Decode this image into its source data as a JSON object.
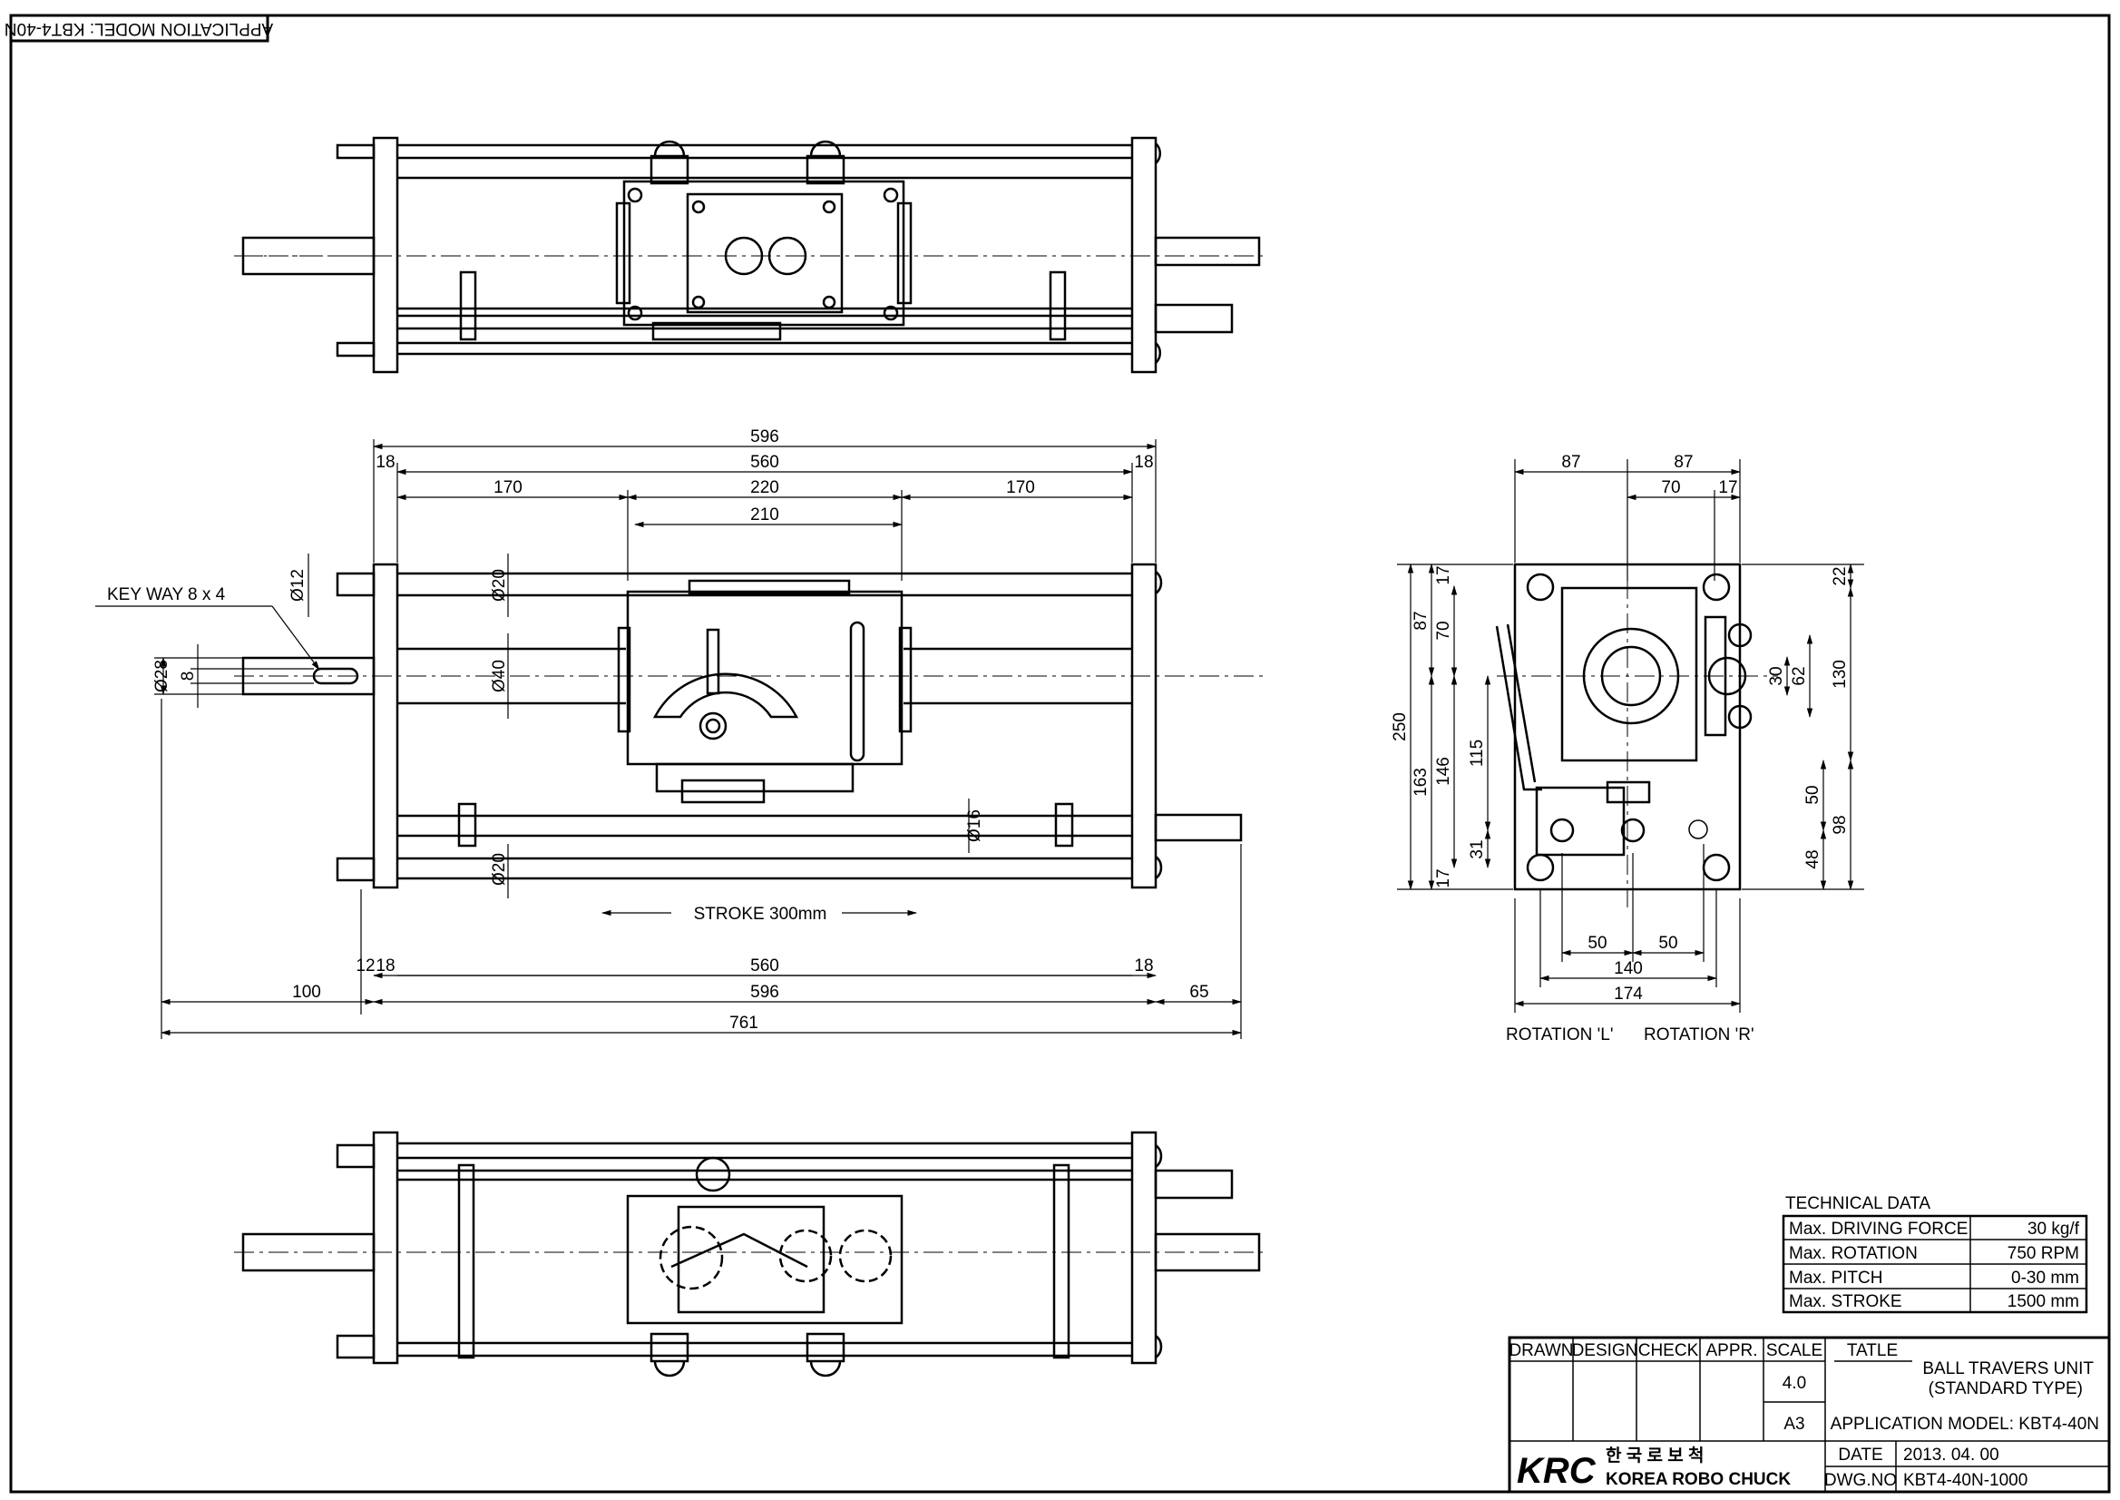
{
  "stamp": "APPLICATION MODEL: KBT4-40N",
  "front": {
    "overall_top": "596",
    "inner_top": "560",
    "left_end": "18",
    "right_end": "18",
    "seg_left": "170",
    "seg_mid": "220",
    "seg_right": "170",
    "carriage": "210",
    "shaft_dia": "Ø12",
    "rod_dia_top": "Ø20",
    "center_dia": "Ø40",
    "guide_dia": "Ø16",
    "rod_dia_bottom": "Ø20",
    "keyway": "KEY WAY 8 x 4",
    "input_dia": "Ø28",
    "key_width": "8",
    "stroke": "STROKE 300mm",
    "bot_12": "12",
    "bot_18a": "18",
    "bot_18b": "18",
    "bot_560": "560",
    "bot_596": "596",
    "bot_100": "100",
    "bot_65": "65",
    "overall": "761"
  },
  "side": {
    "top_87a": "87",
    "top_87b": "87",
    "top_70": "70",
    "top_17": "17",
    "l_250": "250",
    "l_87": "87",
    "l_70": "70",
    "l_17a": "17",
    "l_163": "163",
    "l_146": "146",
    "l_115": "115",
    "l_31": "31",
    "l_17b": "17",
    "r_22": "22",
    "r_30": "30",
    "r_62": "62",
    "r_130": "130",
    "r_50": "50",
    "r_98": "98",
    "r_48": "48",
    "b_50a": "50",
    "b_50b": "50",
    "b_140": "140",
    "b_174": "174",
    "rot_l": "ROTATION 'L'",
    "rot_r": "ROTATION 'R'"
  },
  "tech": {
    "title": "TECHNICAL DATA",
    "rows": [
      {
        "label": "Max. DRIVING FORCE",
        "value": "30 kg/f"
      },
      {
        "label": "Max. ROTATION",
        "value": "750 RPM"
      },
      {
        "label": "Max. PITCH",
        "value": "0-30 mm"
      },
      {
        "label": "Max. STROKE",
        "value": "1500 mm"
      }
    ]
  },
  "titleblock": {
    "drawn": "DRAWN",
    "design": "DESIGN",
    "check": "CHECK",
    "appr": "APPR.",
    "scale": "SCALE",
    "tatle": "TATLE",
    "scale_val": "4.0",
    "size": "A3",
    "name1": "BALL TRAVERS UNIT",
    "name2": "(STANDARD TYPE)",
    "model": "APPLICATION MODEL: KBT4-40N",
    "logo": "KRC",
    "korean": "한 국 로 보 척",
    "company": "KOREA ROBO CHUCK",
    "date_label": "DATE",
    "date": "2013. 04. 00",
    "dwg_label": "DWG.NO",
    "dwg": "KBT4-40N-1000"
  },
  "colors": {
    "line": "#000000",
    "paper": "#ffffff"
  }
}
